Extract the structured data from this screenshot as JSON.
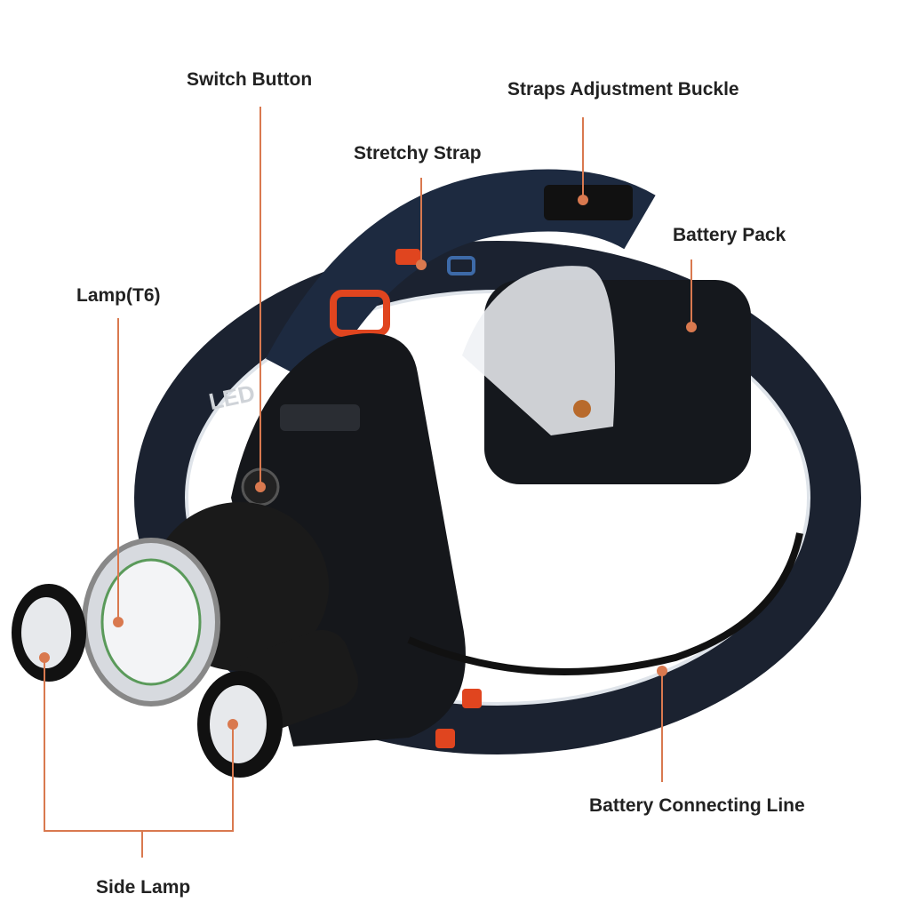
{
  "labels": {
    "switch_button": "Switch Button",
    "straps_buckle": "Straps Adjustment Buckle",
    "stretchy_strap": "Stretchy Strap",
    "battery_pack": "Battery Pack",
    "lamp_t6": "Lamp(T6)",
    "battery_line": "Battery Connecting Line",
    "side_lamp": "Side Lamp"
  },
  "strap_print": "LED",
  "colors": {
    "leader": "#d9794f",
    "accent": "#e0451f"
  }
}
